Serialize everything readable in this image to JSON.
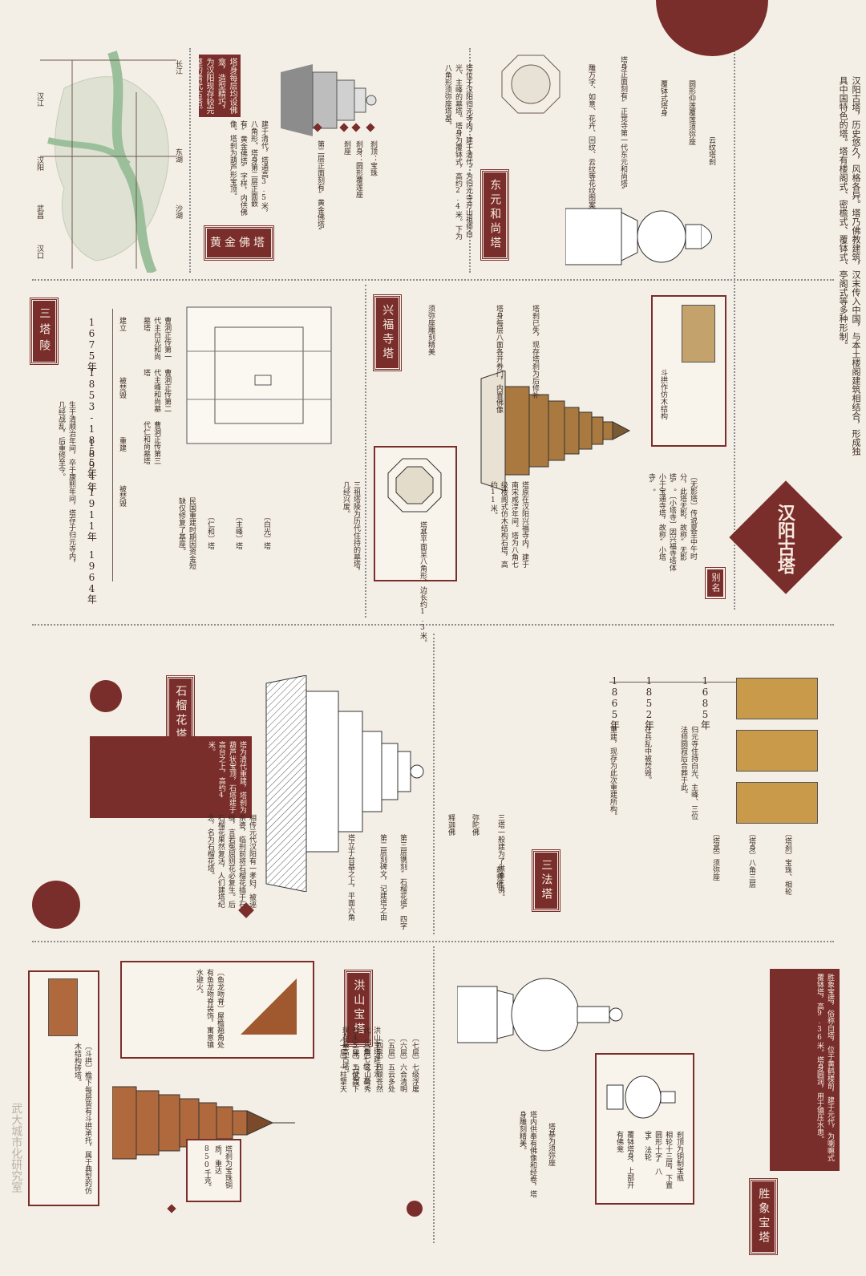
{
  "colors": {
    "accent": "#7a2e2b",
    "paper": "#f4efe6",
    "line": "#6d5a4e",
    "pagoda_brown": "#a9793f"
  },
  "hanyang": {
    "title": "汉阳古塔",
    "intro": "汉阳古塔，历史悠久，风格各异。塔乃佛教建筑，汉末传入中国，与本土楼阁建筑相结合，形成独具中国特色的塔。塔有楼阁式、密檐式、覆钵式、亭阁式等多种形制。",
    "alias_tag": "别名",
    "alias_text": "〔无影塔〕传说夏至中午时分，此塔无影，故称“无影塔”。〔小塔寺〕因兴福寺塔体小于宝通寺塔，故称“小塔寺”。"
  },
  "map": {
    "rivers": [
      "长江",
      "汉江"
    ],
    "places": [
      "东湖",
      "沙湖",
      "汉阳",
      "武昌",
      "汉口"
    ]
  },
  "dongyuan": {
    "title": "东元和尚塔",
    "desc": "塔位于汉阳归元寺内，建于清代，为归元寺开山祖师白光、主峰的墓塔。塔身为覆钵式，高约2.4米。下为八角形须弥座塔基。",
    "labels": [
      "云纹塔刹",
      "圆形仰莲覆莲须弥座",
      "覆钵式塔身",
      "塔身正面刻有“正觉寺第一代东元和尚塔”",
      "雕万字、如意、花卉、回纹、云纹等花纹图案"
    ]
  },
  "huangjin": {
    "title": "黄金佛塔",
    "desc": "建于清代，塔通高3.5米，八角形。塔身第二层正面嵌有“黄金佛塔”字样，内供佛像。塔刹为葫芦形宝顶。",
    "labels": [
      "刹顶：宝珠",
      "刹身：圆形覆莲座",
      "刹座",
      "第二层正面刻有“黄金佛塔”"
    ],
    "note": "塔身每层均设佛龛，造型精巧，为汉阳现存较完整的清代古塔。"
  },
  "xingfu": {
    "title": "兴福寺塔",
    "desc": "塔原在汉阳兴福寺内，建于南宋咸淳年间。塔为八角七级楼阁式仿木结构石塔，高约11米。",
    "labels": [
      "塔刹已失，现存塔刹为后修补",
      "斗拱作仿木结构",
      "塔身每层八面各开券门，内置佛像",
      "须弥座雕刻精美"
    ],
    "plan_note": "塔基平面呈八角形，边长约1.3米。"
  },
  "sanzu": {
    "title": "三塔陵",
    "subtitle": "三祖塔陵为历代住持的墓塔，几经兴废。",
    "timeline": [
      {
        "year": "1675年",
        "event": "建立",
        "note": "曹洞正传第一代主白光和尚墓塔"
      },
      {
        "year": "1853-1855年",
        "event": "被焚毁",
        "note": "曹洞正传第二代主峰和尚墓塔"
      },
      {
        "year": "1894年",
        "event": "重建",
        "note": "曹洞正传第三代仁和尚墓塔"
      },
      {
        "year": "1911年",
        "event": "被焚毁",
        "note": ""
      },
      {
        "year": "1964年",
        "event": "",
        "note": "民国重建时期因资金短缺仅修复了基座。"
      }
    ],
    "desc": "生于清顺治年间，卒于康熙年间，塔存于归元寺内，几经战乱，后重修至今。",
    "pagoda_labels": [
      "〔白光〕塔",
      "〔主峰〕塔",
      "〔仁和〕塔"
    ]
  },
  "shiliu": {
    "title": "石榴花塔",
    "desc": "相传元代汉阳有一孝妇，被诬杀婆，临刑前将石榴花插于石缝，言若冤屈则花必复生。后石榴花果然复活，人们建塔纪念，名为石榴花塔。",
    "labels": [
      "第三层镌刻“石榴花塔”四字",
      "第二层刻碑文，记建塔之由",
      "塔立于台基之上，平面六角"
    ],
    "dark_note": "塔为清代重建，塔刹为葫芦状宝顶，石塔建于高台之上，高约4米。"
  },
  "sanfa": {
    "title": "三法塔",
    "timeline": [
      {
        "year": "1685年",
        "event": "归元寺住持白光、主峰、三位法师圆寂后合葬于此。"
      },
      {
        "year": "1852年",
        "event": "在兵乱中被焚毁。"
      },
      {
        "year": "1865年",
        "event": "重建，现存为此次重建所构。"
      }
    ],
    "labels": [
      "〔塔刹〕宝珠、相轮",
      "〔塔身〕八角三层",
      "〔塔基〕须弥座"
    ],
    "faces": [
      "释迦佛",
      "弥陀佛",
      "药师佛"
    ],
    "note": "三塔一般建为了供奉三佛。"
  },
  "hongshan": {
    "title": "洪山宝塔",
    "desc": "洪山宝塔建于元代，八角七级，高约45米，为武汉现存最高古塔。",
    "floor_names": [
      "〔七层〕七级浮屠",
      "〔六层〕六合清明",
      "〔五层〕五云多处",
      "〔四层〕四顾苍然",
      "〔三层〕三山耸秀",
      "〔二层〕二仪高下",
      "〔一层〕一柱擎天"
    ],
    "dragon": "〔鱼龙吻脊〕屋檐翘角处有鱼龙吻脊装饰，寓意镇水避火。",
    "dougong": "〔斗拱〕檐下每层皆有斗拱承托，属于典型的仿木结构砖塔。",
    "side_note": "塔刹为宝珠铜质，重达850千克。"
  },
  "shengxiang": {
    "title": "胜象宝塔",
    "desc": "胜象宝塔，俗称白塔，位于黄鹤楼前，建于元代，为喇嘛式覆钵塔，高9.36米。塔身圆润，用于镇压水患。",
    "labels": [
      "刹顶为铜制宝瓶",
      "相轮十三层，下置圆形十字“八宝”法轮",
      "覆钵塔身，上部开有佛龛",
      "塔基为须弥座"
    ],
    "sub_note": "塔内供奉有佛像和经卷，塔身雕刻精美。"
  },
  "footer": {
    "credit": "武大城市化研究室"
  }
}
